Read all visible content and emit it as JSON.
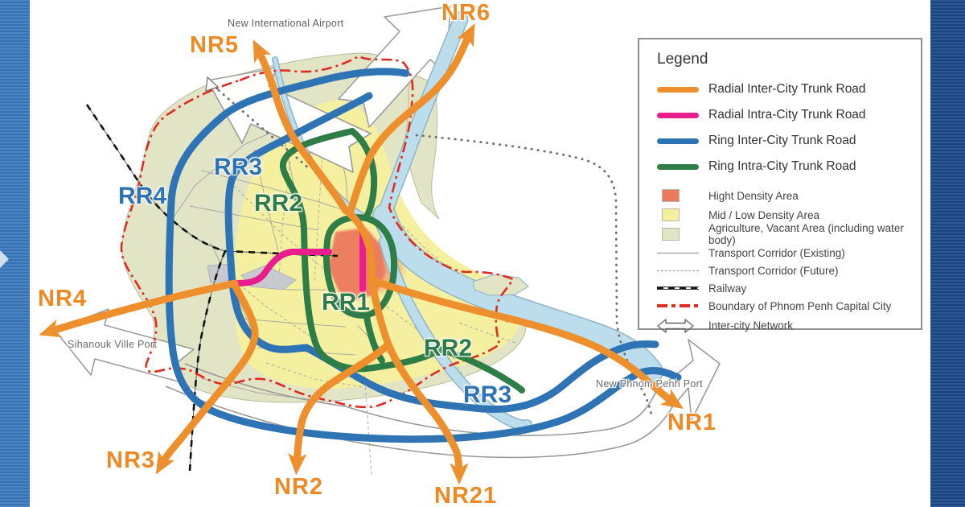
{
  "map": {
    "colors": {
      "orange": "#EE8F2D",
      "pink": "#E91E8C",
      "blue": "#2E74B5",
      "green": "#2E7D46",
      "dense": "#EC7A5B",
      "midlow": "#F5F0A0",
      "agri": "#E2E4C6",
      "agri_edge": "#b9bc9d",
      "river_fill": "#BCDDEB",
      "river_edge": "#8FB4C6",
      "boundary": "#E02B20",
      "corridor_existing": "#9aa0a0",
      "corridor_future": "#6f6f6f",
      "railway": "#111111",
      "hollow_arrow_stroke": "#999999",
      "hollow_arrow_fill": "#ffffff",
      "gray_area": "#c7c9cf",
      "label_orange": "#EE8A25",
      "label_blue": "#2E74B5",
      "label_green": "#2E7D46",
      "label_gray": "#5f5f5f"
    },
    "labels": {
      "airport": "New International Airport",
      "sihanouk_port": "Sihanouk Ville Port",
      "phnom_penh_port": "New Phnom Penh Port",
      "nr5": "NR5",
      "nr6": "NR6",
      "nr4": "NR4",
      "nr3": "NR3",
      "nr2": "NR2",
      "nr21": "NR21",
      "nr1": "NR1",
      "rr4": "RR4",
      "rr3_nw": "RR3",
      "rr3_se": "RR3",
      "rr2_nw": "RR2",
      "rr2_se": "RR2",
      "rr1": "RR1"
    }
  },
  "legend": {
    "title": "Legend",
    "roads": [
      {
        "label": "Radial Inter-City Trunk Road",
        "color": "#EE8F2D"
      },
      {
        "label": "Radial Intra-City Trunk Road",
        "color": "#E91E8C"
      },
      {
        "label": "Ring Inter-City Trunk Road",
        "color": "#2E74B5"
      },
      {
        "label": "Ring Intra-City Trunk Road",
        "color": "#2E7D46"
      }
    ],
    "areas": [
      {
        "label": "Hight Density Area",
        "color": "#EC7A5B"
      },
      {
        "label": "Mid / Low Density Area",
        "color": "#F5F0A0"
      },
      {
        "label": "Agriculture, Vacant  Area (including water body)",
        "color": "#E2E4C6"
      }
    ],
    "lines": [
      {
        "label": "Transport Corridor (Existing)",
        "style": "solid",
        "color": "#8c8c8c"
      },
      {
        "label": "Transport Corridor (Future)",
        "style": "dashed",
        "color": "#8c8c8c"
      },
      {
        "label": "Railway",
        "style": "railway",
        "color": "#141414"
      },
      {
        "label": "Boundary of Phnom Penh Capital City",
        "style": "dashdot",
        "color": "#E02B20"
      }
    ],
    "network": {
      "label": "Inter-city Network"
    }
  }
}
